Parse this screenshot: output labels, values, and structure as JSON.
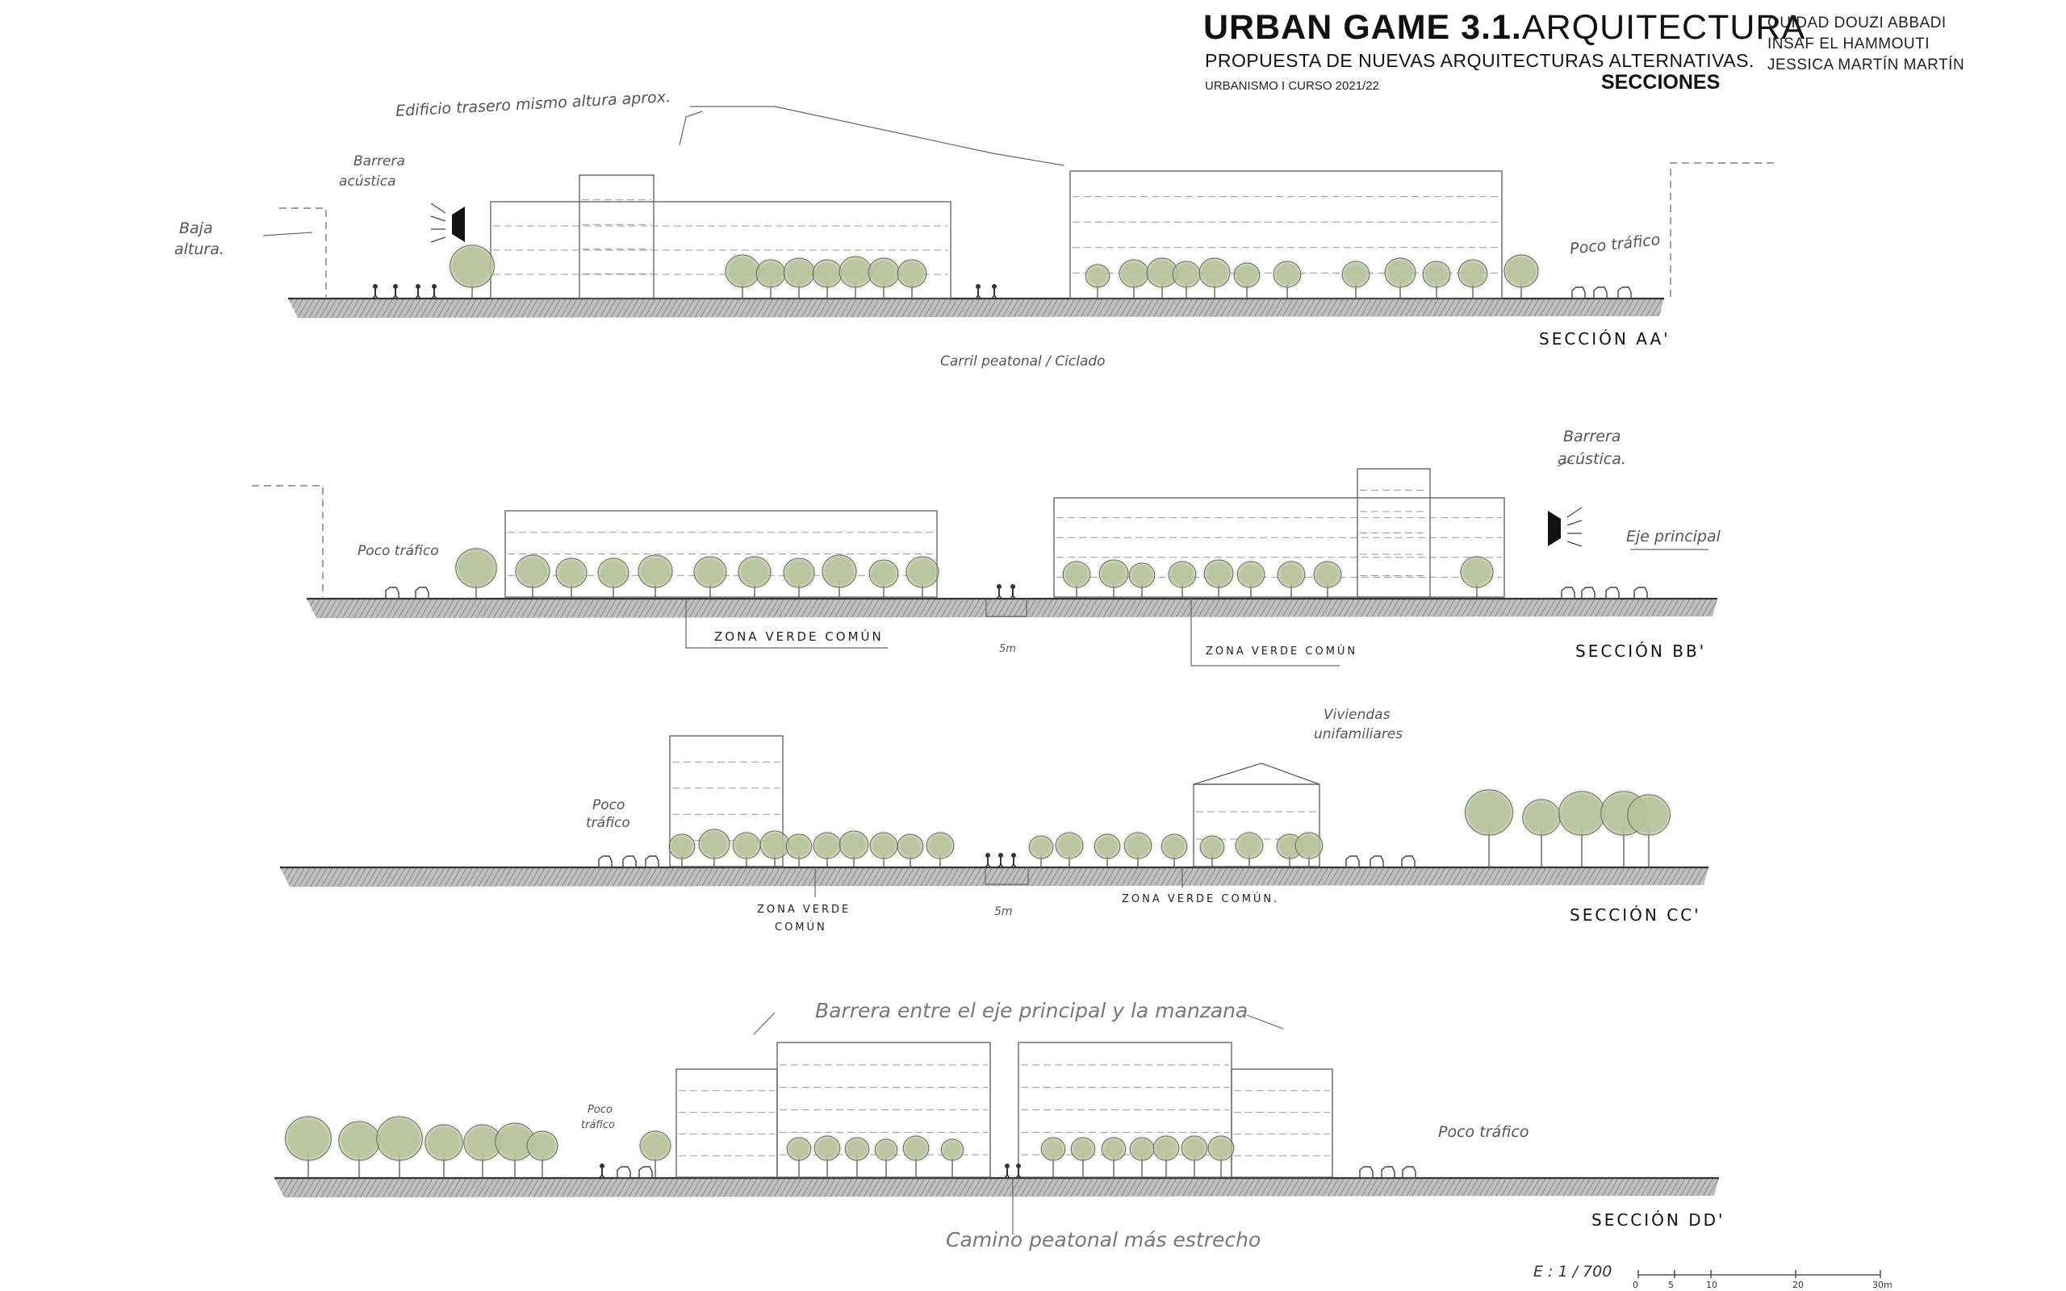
{
  "header": {
    "title_bold": "URBAN GAME 3.1.",
    "title_rest": "ARQUITECTURA",
    "subtitle": "PROPUESTA DE NUEVAS ARQUITECTURAS ALTERNATIVAS.",
    "course": "URBANISMO I CURSO 2021/22",
    "sheet": "SECCIONES",
    "authors": [
      "OUIDAD DOUZI ABBADI",
      "INSAF EL HAMMOUTI",
      "JESSICA MARTÍN MARTÍN"
    ]
  },
  "sections": {
    "aa": {
      "label": "SECCIÓN AA'",
      "notes": {
        "rear_building": "Edificio trasero mismo altura aprox.",
        "barrier_1": "Barrera",
        "barrier_2": "acústica",
        "low_1": "Baja",
        "low_2": "altura.",
        "traffic": "Poco tráfico",
        "lane": "Carril peatonal / Ciclado"
      }
    },
    "bb": {
      "label": "SECCIÓN BB'",
      "notes": {
        "traffic": "Poco tráfico",
        "barrier_1": "Barrera",
        "barrier_2": "acústica.",
        "main_axis": "Eje principal",
        "green_1": "ZONA VERDE COMÚN",
        "green_2": "ZONA VERDE COMÚN",
        "width": "5m"
      }
    },
    "cc": {
      "label": "SECCIÓN CC'",
      "notes": {
        "traffic_1": "Poco",
        "traffic_2": "tráfico",
        "houses_1": "Viviendas",
        "houses_2": "unifamiliares",
        "green_left_1": "ZONA VERDE",
        "green_left_2": "COMÚN",
        "green_right": "ZONA VERDE COMÚN.",
        "width": "5m"
      }
    },
    "dd": {
      "label": "SECCIÓN DD'",
      "notes": {
        "barrier": "Barrera entre el eje principal y la manzana",
        "traffic_small_1": "Poco",
        "traffic_small_2": "tráfico",
        "traffic": "Poco tráfico",
        "path": "Camino peatonal más estrecho"
      }
    }
  },
  "scale": {
    "label": "E : 1 / 700",
    "ticks": [
      "0",
      "5",
      "10",
      "20",
      "30m"
    ]
  },
  "colors": {
    "tree": "#b7c39a",
    "ground": "#8d8d8d",
    "line": "#5a5a5a"
  }
}
